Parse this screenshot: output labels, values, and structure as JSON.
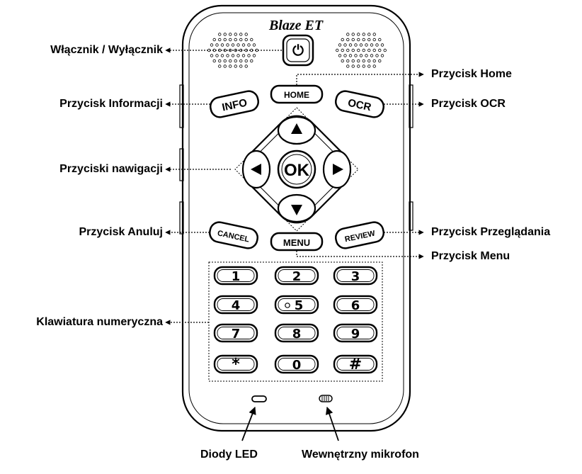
{
  "device": {
    "brand": "Blaze ET",
    "power_symbol": "⏻",
    "buttons": {
      "home": "HOME",
      "info": "INFO",
      "ocr": "OCR",
      "ok": "OK",
      "cancel": "CANCEL",
      "menu": "MENU",
      "review": "REVIEW"
    },
    "keypad": [
      "1",
      "2",
      "3",
      "4",
      "5",
      "6",
      "7",
      "8",
      "9",
      "*",
      "0",
      "#"
    ]
  },
  "labels": {
    "power": "Włącznik / Wyłącznik",
    "home": "Przycisk Home",
    "info": "Przycisk Informacji",
    "ocr": "Przycisk OCR",
    "navigation": "Przyciski nawigacji",
    "cancel": "Przycisk Anuluj",
    "review": "Przycisk Przeglądania",
    "menu": "Przycisk Menu",
    "keypad": "Klawiatura numeryczna",
    "led": "Diody LED",
    "mic": "Wewnętrzny mikrofon"
  }
}
